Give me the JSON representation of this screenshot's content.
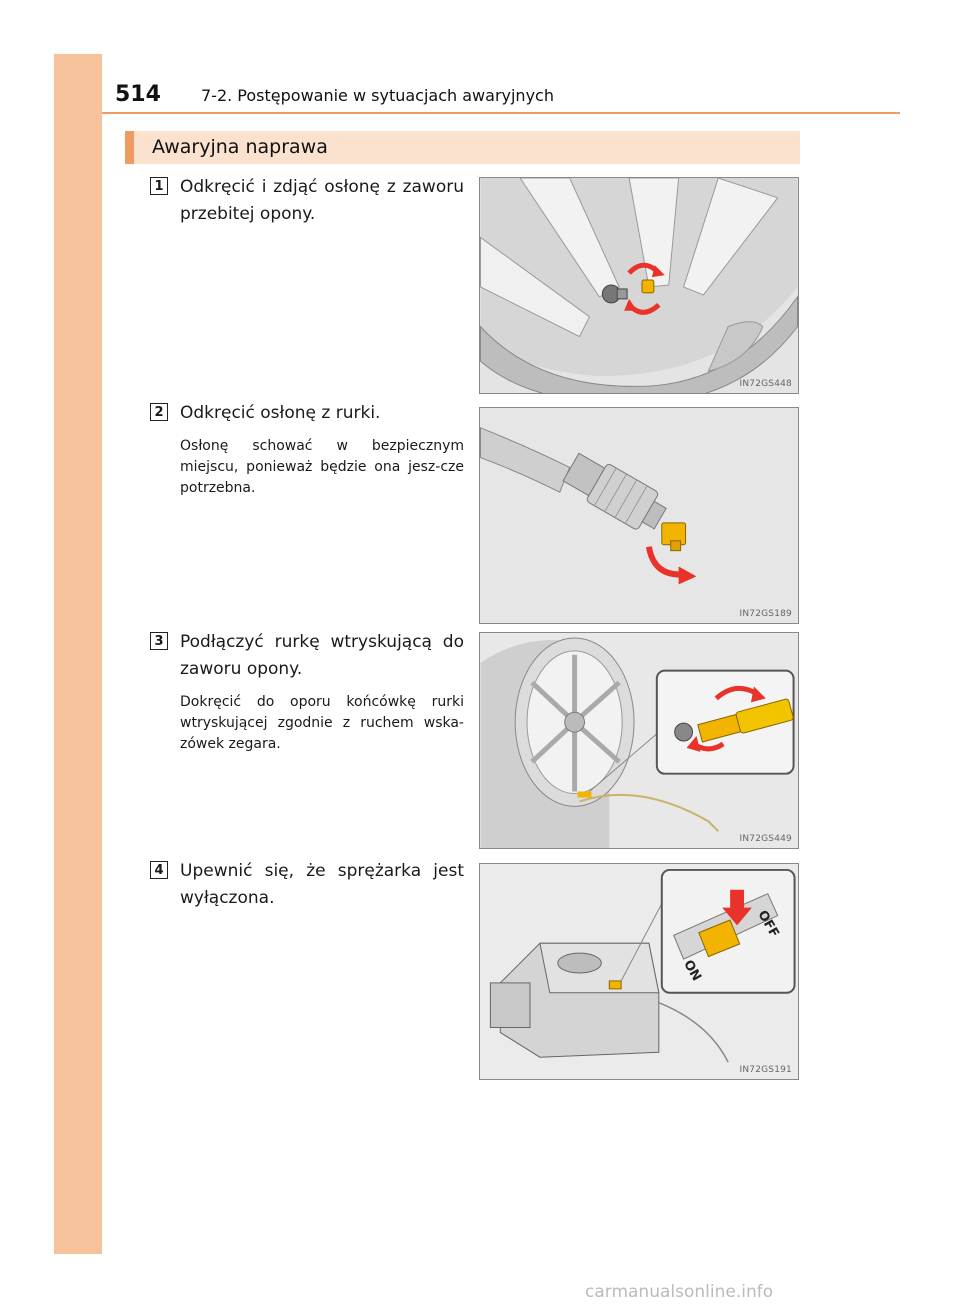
{
  "header": {
    "page_number": "514",
    "chapter": "7-2. Postępowanie w sytuacjach awaryjnych"
  },
  "section": {
    "title": "Awaryjna naprawa"
  },
  "steps": [
    {
      "number": "1",
      "text": "Odkręcić i zdjąć osłonę z zaworu przebitej opony.",
      "note": "",
      "figure_code": "IN72GS448",
      "figure": "valve-cap-removal"
    },
    {
      "number": "2",
      "text": "Odkręcić osłonę z rurki.",
      "note": "Osłonę schować w bezpiecznym miejscu, ponieważ będzie ona jesz-cze potrzebna.",
      "figure_code": "IN72GS189",
      "figure": "hose-cap-removal"
    },
    {
      "number": "3",
      "text": "Podłączyć rurkę wtryskującą do zaworu opony.",
      "note": "Dokręcić do oporu końcówkę rurki wtryskującej zgodnie z ruchem wska-zówek zegara.",
      "figure_code": "IN72GS449",
      "figure": "hose-to-valve"
    },
    {
      "number": "4",
      "text": "Upewnić się, że sprężarka jest wyłączona.",
      "note": "",
      "figure_code": "IN72GS191",
      "figure": "compressor-switch"
    }
  ],
  "compressor_switch": {
    "on_label": "ON",
    "off_label": "OFF"
  },
  "watermark": "carmanualsonline.info",
  "colors": {
    "accent": "#ef9b62",
    "side_strip": "#f5c29c",
    "section_bg": "#fbe2cf",
    "arrow": "#e8322a",
    "fitting": "#f2b400"
  }
}
